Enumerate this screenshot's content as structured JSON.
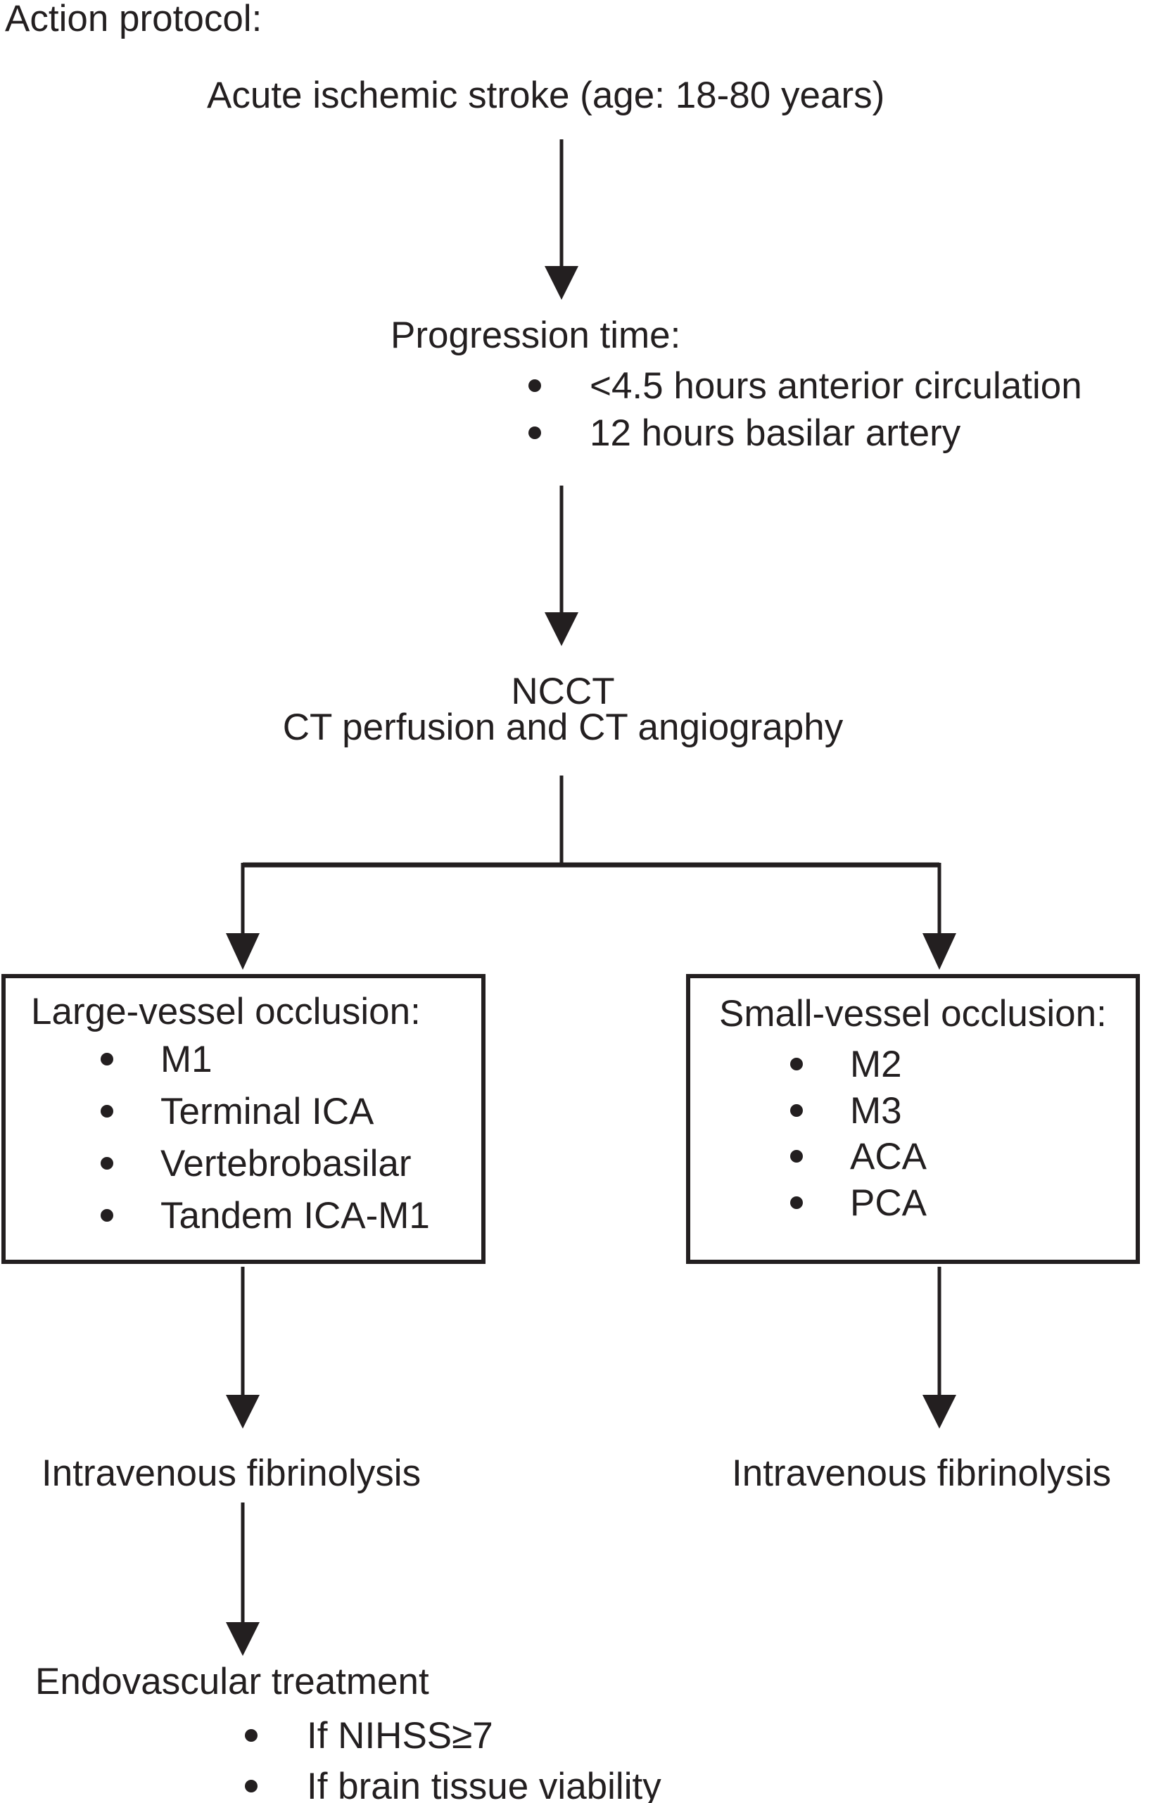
{
  "title": "Action protocol:",
  "flow": {
    "start": "Acute ischemic stroke (age: 18-80 years)",
    "progression": {
      "heading": "Progression time:",
      "items": [
        "<4.5 hours anterior circulation",
        "12 hours basilar artery"
      ]
    },
    "imaging": {
      "line1": "NCCT",
      "line2": "CT perfusion and CT angiography"
    },
    "branches": {
      "left": {
        "heading": "Large-vessel occlusion:",
        "items": [
          "M1",
          "Terminal ICA",
          "Vertebrobasilar",
          "Tandem ICA-M1"
        ],
        "next": "Intravenous fibrinolysis",
        "then": {
          "heading": "Endovascular treatment",
          "items": [
            "If NIHSS≥7",
            "If brain tissue viability"
          ]
        }
      },
      "right": {
        "heading": "Small-vessel occlusion:",
        "items": [
          "M2",
          "M3",
          "ACA",
          "PCA"
        ],
        "next": "Intravenous fibrinolysis"
      }
    }
  },
  "colors": {
    "text": "#231f20",
    "line": "#231f20",
    "background": "#ffffff"
  }
}
